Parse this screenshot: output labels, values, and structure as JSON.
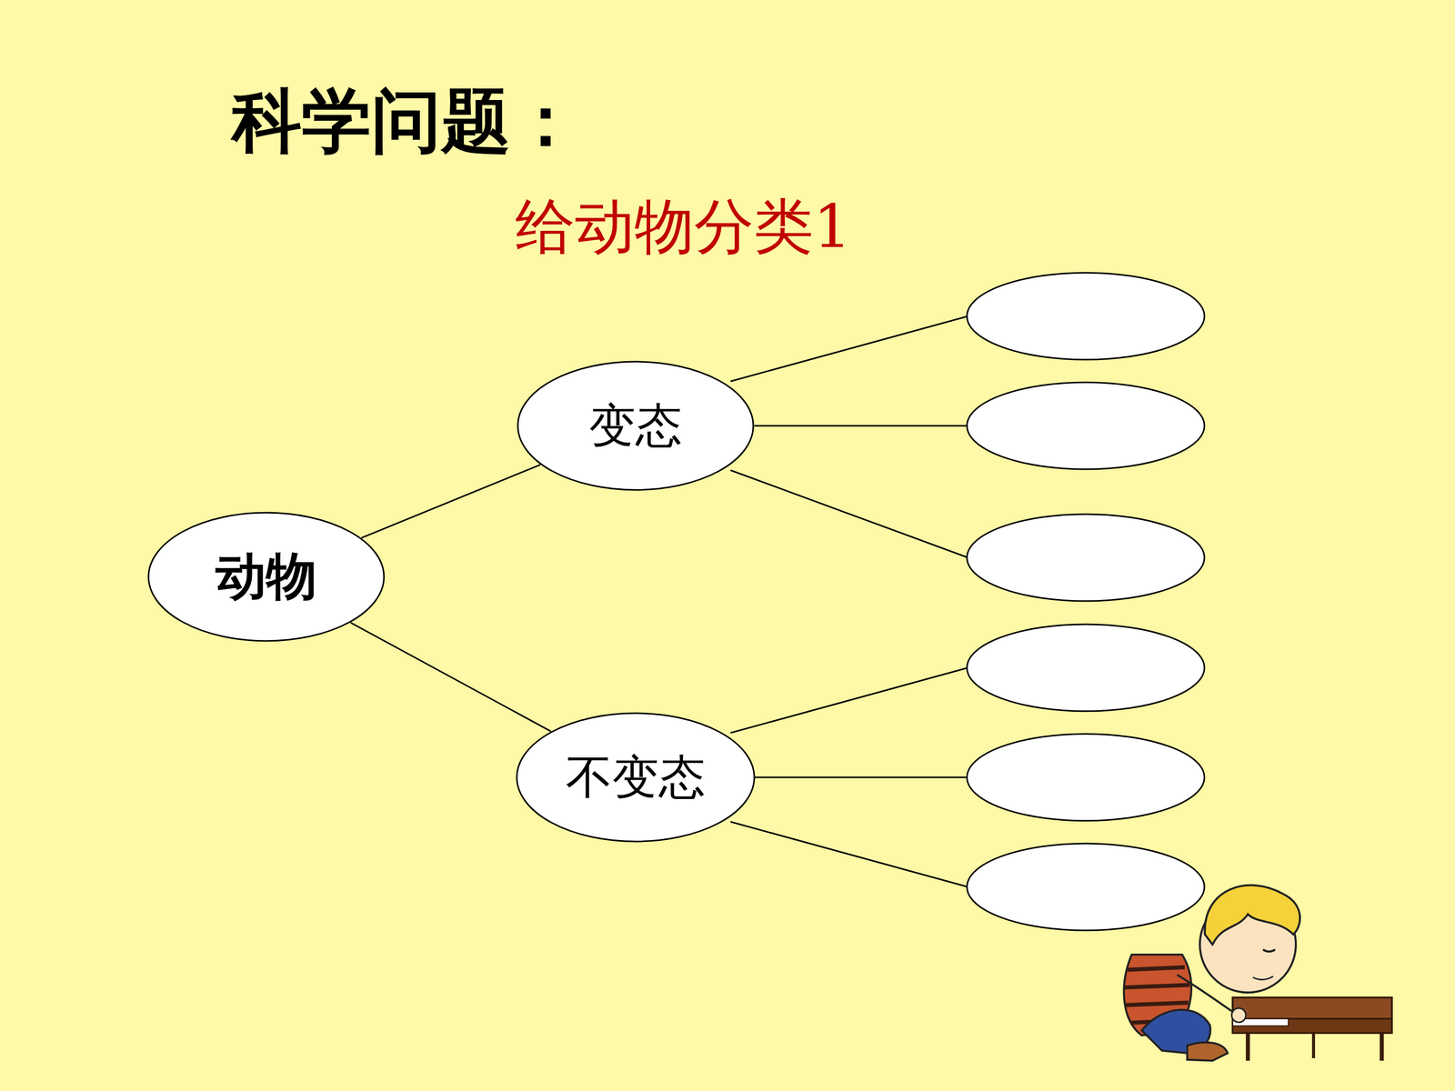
{
  "diagram": {
    "title": "科学问题：",
    "nodes": [
      {
        "text": [
          "动物"
        ]
      },
      {
        "text": [
          "变态"
        ]
      },
      {
        "text": [
          "不变态"
        ]
      }
    ],
    "edges": [
      {
        "from": 0,
        "to": 1,
        "arrow": "none"
      },
      {
        "from": 0,
        "to": 2,
        "arrow": "none"
      }
    ],
    "labels": [
      "给动物分类1"
    ]
  }
}
